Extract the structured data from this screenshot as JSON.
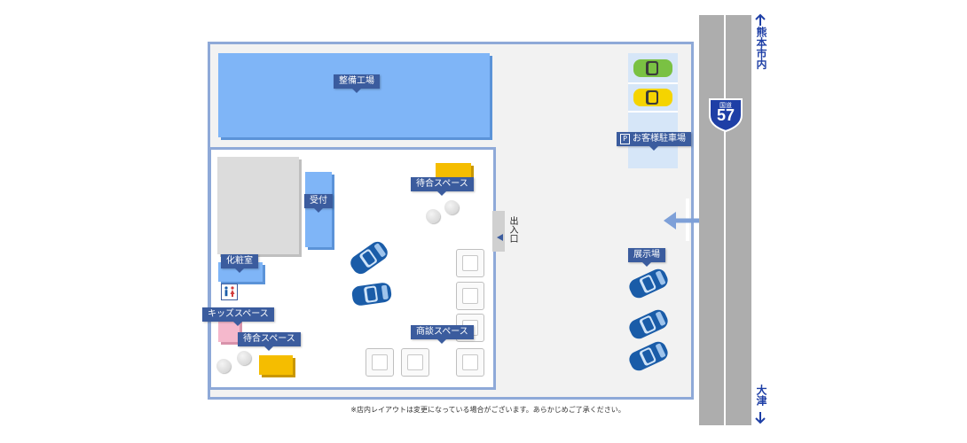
{
  "areas": {
    "maintenance_shop": "整備工場",
    "waiting_space_top": "待合スペース",
    "reception": "受付",
    "restroom": "化粧室",
    "kids_space": "キッズスペース",
    "waiting_space_bottom": "待合スペース",
    "negotiation_space": "商談スペース",
    "exhibition": "展示場",
    "entrance": "出入口"
  },
  "parking": {
    "symbol": "P",
    "label": "お客様駐車場"
  },
  "road": {
    "north_direction": "熊本市内",
    "south_direction": "大津",
    "route_label": "国道",
    "route_number": "57"
  },
  "note": "※店内レイアウトは変更になっている場合がございます。あらかじめご了承ください。",
  "colors": {
    "accent_blue": "#3b5c9e",
    "shop_blue": "#7fb5f7",
    "car_blue": "#1a5ca8",
    "desk_yellow": "#f5bd00"
  }
}
